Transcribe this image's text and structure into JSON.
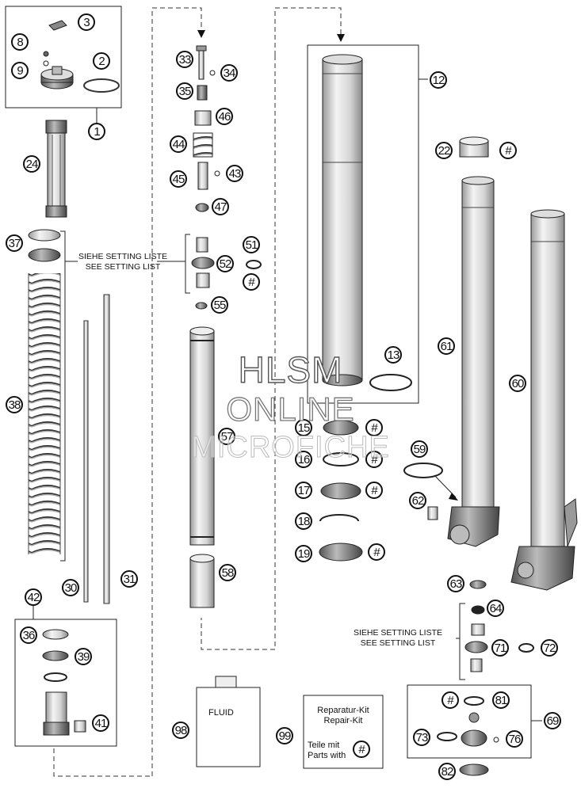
{
  "setting_note": {
    "de": "SIEHE SETTING LISTE",
    "en": "SEE SETTING LIST"
  },
  "fluid_label": "FLUID",
  "repair_kit": {
    "line1": "Reparatur-Kit",
    "line2": "Repair-Kit",
    "line3": "Teile mit",
    "line4": "Parts with"
  },
  "watermark": {
    "line1": "HLSM",
    "line2": "ONLINE",
    "line3": "MICROFICHE"
  },
  "callouts": {
    "c1": "1",
    "c2": "2",
    "c3": "3",
    "c8": "8",
    "c9": "9",
    "c24": "24",
    "c37": "37",
    "c38": "38",
    "c30": "30",
    "c31": "31",
    "c42": "42",
    "c36": "36",
    "c39": "39",
    "c41": "41",
    "c33": "33",
    "c34": "34",
    "c35": "35",
    "c46": "46",
    "c44": "44",
    "c45": "45",
    "c43": "43",
    "c47": "47",
    "c51": "51",
    "c52": "52",
    "c53": "#",
    "c55": "55",
    "c57": "57",
    "c58": "58",
    "c98": "98",
    "c12": "12",
    "c13": "13",
    "c15": "15",
    "c15h": "#",
    "c16": "16",
    "c16h": "#",
    "c17": "17",
    "c17h": "#",
    "c18": "18",
    "c19": "19",
    "c19h": "#",
    "c22": "22",
    "c22h": "#",
    "c61": "61",
    "c60": "60",
    "c59": "59",
    "c62": "62",
    "c63": "63",
    "c64": "64",
    "c71": "71",
    "c72": "72",
    "c69": "69",
    "c81": "81",
    "c81h": "#",
    "c73": "73",
    "c76": "76",
    "c82": "82",
    "c99": "99",
    "c99h": "#"
  }
}
